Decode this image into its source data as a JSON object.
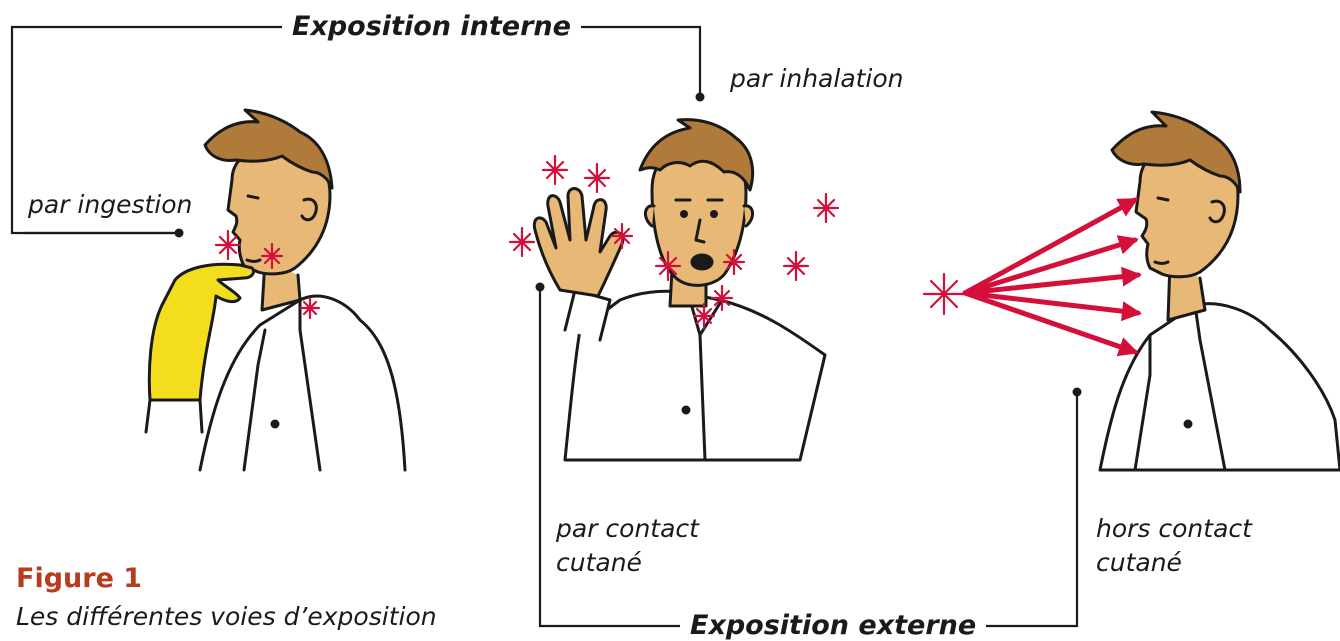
{
  "labels": {
    "internal_exposure": "Exposition interne",
    "external_exposure": "Exposition externe",
    "ingestion": "par ingestion",
    "inhalation": "par inhalation",
    "skin_contact_line1": "par contact",
    "skin_contact_line2": "cutané",
    "no_contact_line1": "hors contact",
    "no_contact_line2": "cutané"
  },
  "figure": {
    "title": "Figure 1",
    "caption": "Les différentes voies d’exposition"
  },
  "colors": {
    "accent": "#d40f3a",
    "figure_title": "#b83c1c",
    "skin": "#e8b877",
    "hair": "#b07a3a",
    "glove": "#f2dd1e",
    "line": "#1a1a1a"
  }
}
